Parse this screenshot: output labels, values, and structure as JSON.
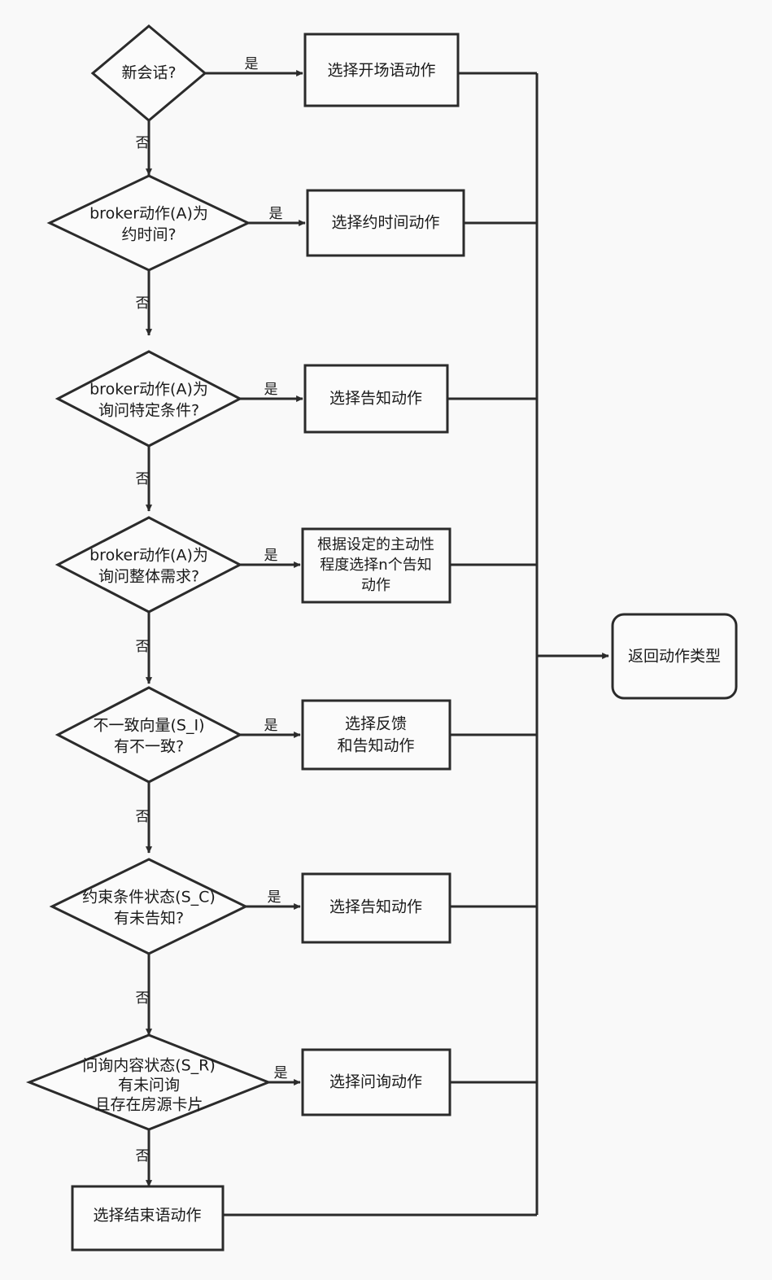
{
  "diagram": {
    "type": "flowchart",
    "orientation": "top-to-bottom with right return bus",
    "background_color": "#f9f9f9",
    "stroke_color": "#2b2b2b",
    "fill_color": "#fbfbfb",
    "labels": {
      "yes": "是",
      "no": "否"
    },
    "decisions": [
      {
        "id": "d1",
        "text_lines": [
          "新会话?"
        ]
      },
      {
        "id": "d2",
        "text_lines": [
          "broker动作(A)为",
          "约时间?"
        ]
      },
      {
        "id": "d3",
        "text_lines": [
          "broker动作(A)为",
          "询问特定条件?"
        ]
      },
      {
        "id": "d4",
        "text_lines": [
          "broker动作(A)为",
          "询问整体需求?"
        ]
      },
      {
        "id": "d5",
        "text_lines": [
          "不一致向量(S_I)",
          "有不一致?"
        ]
      },
      {
        "id": "d6",
        "text_lines": [
          "约束条件状态(S_C)",
          "有未告知?"
        ]
      },
      {
        "id": "d7",
        "text_lines": [
          "问询内容状态(S_R)",
          "有未问询",
          "且存在房源卡片"
        ]
      }
    ],
    "actions": [
      {
        "id": "a1",
        "text_lines": [
          "选择开场语动作"
        ]
      },
      {
        "id": "a2",
        "text_lines": [
          "选择约时间动作"
        ]
      },
      {
        "id": "a3",
        "text_lines": [
          "选择告知动作"
        ]
      },
      {
        "id": "a4",
        "text_lines": [
          "根据设定的主动性",
          "程度选择n个告知",
          "动作"
        ]
      },
      {
        "id": "a5",
        "text_lines": [
          "选择反馈",
          "和告知动作"
        ]
      },
      {
        "id": "a6",
        "text_lines": [
          "选择告知动作"
        ]
      },
      {
        "id": "a7",
        "text_lines": [
          "选择问询动作"
        ]
      }
    ],
    "fallback": {
      "id": "a8",
      "text_lines": [
        "选择结束语动作"
      ]
    },
    "terminal": {
      "id": "end",
      "text_lines": [
        "返回动作类型"
      ]
    }
  }
}
